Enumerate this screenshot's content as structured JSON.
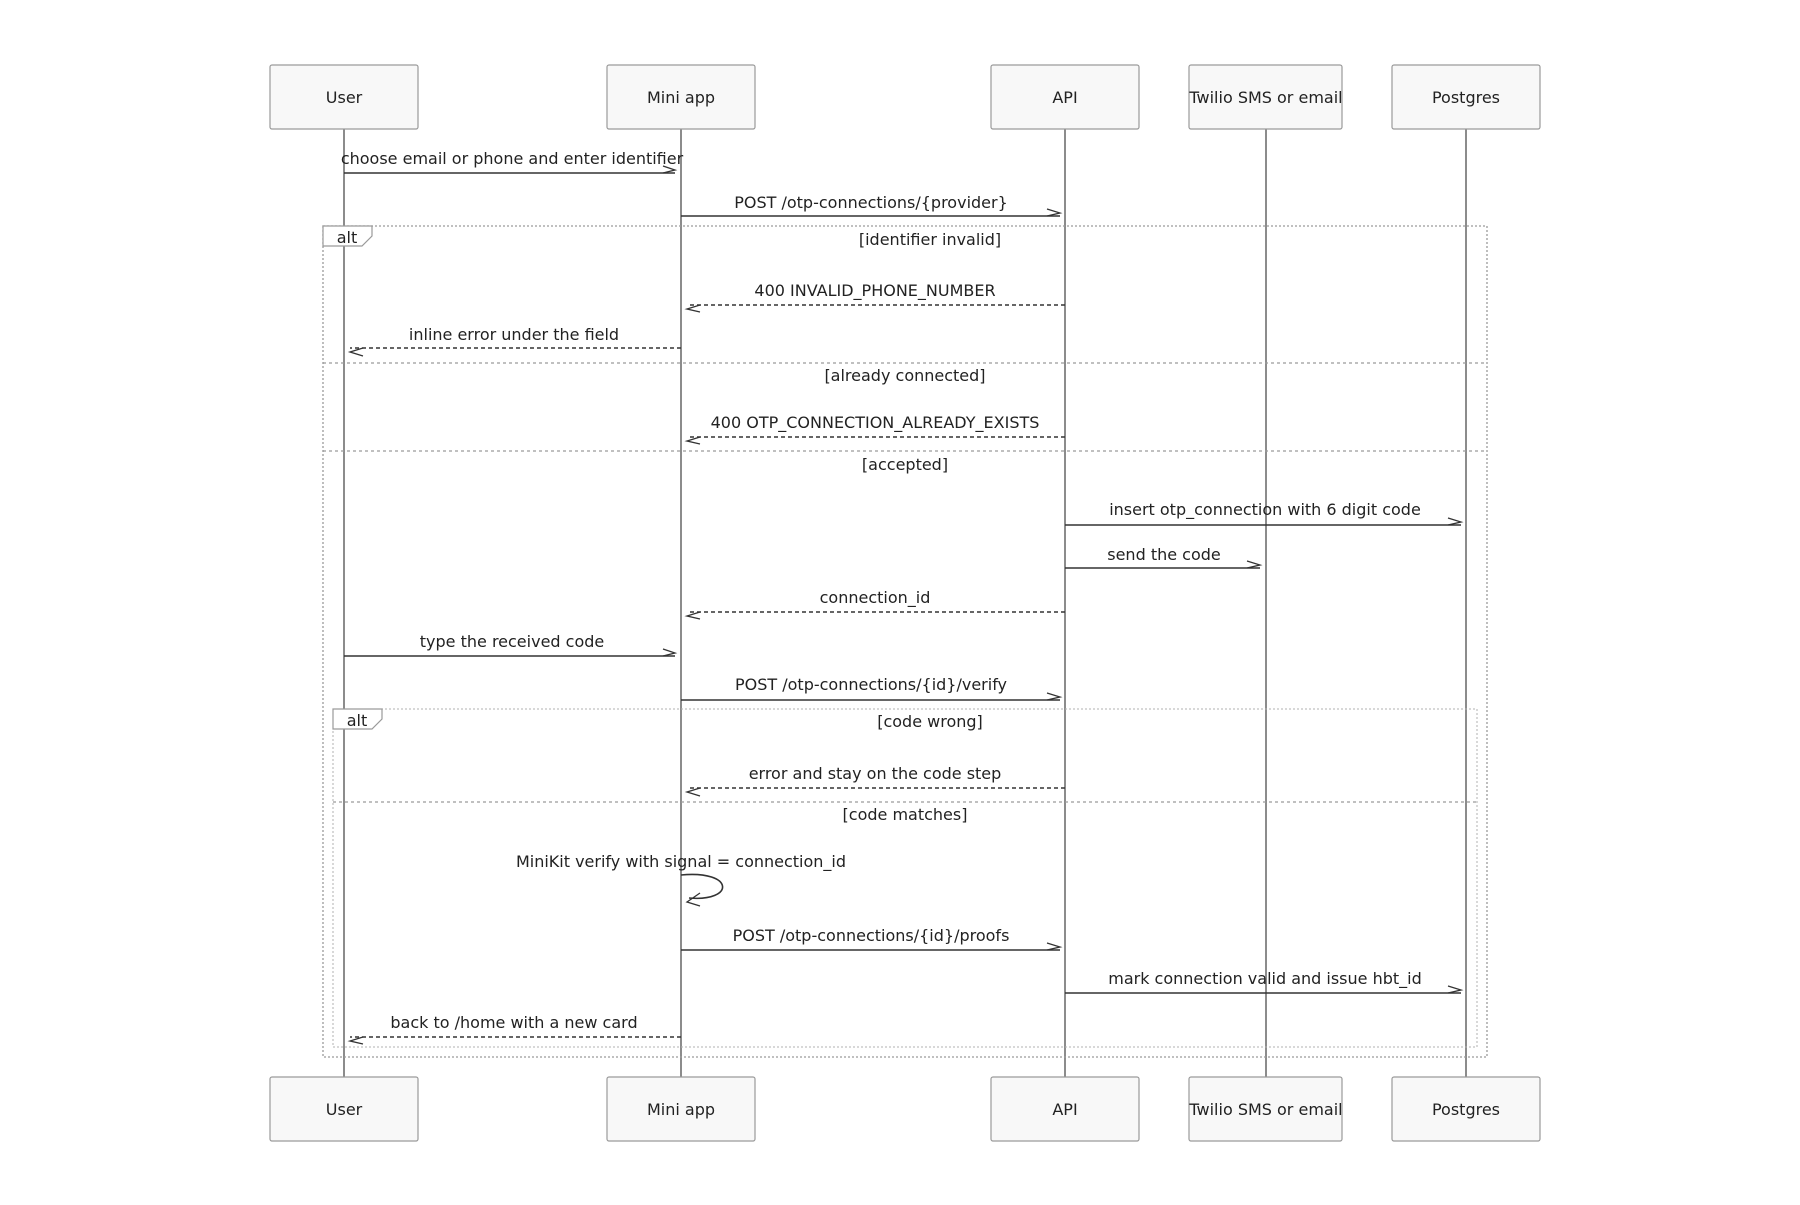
{
  "actors": [
    {
      "id": "user",
      "label": "User"
    },
    {
      "id": "mini",
      "label": "Mini app"
    },
    {
      "id": "api",
      "label": "API"
    },
    {
      "id": "twilio",
      "label": "Twilio SMS or email"
    },
    {
      "id": "pg",
      "label": "Postgres"
    }
  ],
  "messages": [
    {
      "from": "user",
      "to": "mini",
      "label": "choose email or phone and enter identifier",
      "style": "solid"
    },
    {
      "from": "mini",
      "to": "api",
      "label": "POST /otp-connections/{provider}",
      "style": "solid"
    },
    {
      "from": "api",
      "to": "mini",
      "label": "400 INVALID_PHONE_NUMBER",
      "style": "dashed"
    },
    {
      "from": "mini",
      "to": "user",
      "label": "inline error under the field",
      "style": "dashed"
    },
    {
      "from": "api",
      "to": "mini",
      "label": "400 OTP_CONNECTION_ALREADY_EXISTS",
      "style": "dashed"
    },
    {
      "from": "api",
      "to": "pg",
      "label": "insert otp_connection with 6 digit code",
      "style": "solid"
    },
    {
      "from": "api",
      "to": "twilio",
      "label": "send the code",
      "style": "solid"
    },
    {
      "from": "api",
      "to": "mini",
      "label": "connection_id",
      "style": "dashed"
    },
    {
      "from": "user",
      "to": "mini",
      "label": "type the received code",
      "style": "solid"
    },
    {
      "from": "mini",
      "to": "api",
      "label": "POST /otp-connections/{id}/verify",
      "style": "solid"
    },
    {
      "from": "api",
      "to": "mini",
      "label": "error and stay on the code step",
      "style": "dashed"
    },
    {
      "from": "mini",
      "to": "mini",
      "label": "MiniKit verify with signal = connection_id",
      "style": "solid"
    },
    {
      "from": "mini",
      "to": "api",
      "label": "POST /otp-connections/{id}/proofs",
      "style": "solid"
    },
    {
      "from": "api",
      "to": "pg",
      "label": "mark connection valid and issue hbt_id",
      "style": "solid"
    },
    {
      "from": "mini",
      "to": "user",
      "label": "back to /home with a new card",
      "style": "dashed"
    }
  ],
  "fragments": [
    {
      "type": "alt",
      "sections": [
        "[identifier invalid]",
        "[already connected]",
        "[accepted]"
      ]
    },
    {
      "type": "alt",
      "sections": [
        "[code wrong]",
        "[code matches]"
      ]
    }
  ]
}
